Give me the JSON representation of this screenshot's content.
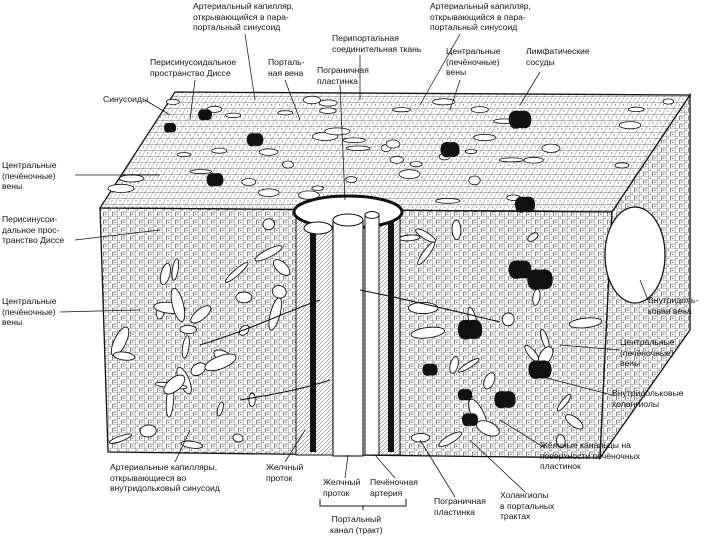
{
  "labels": {
    "art_cap_top_left": "Артериальный капилляр,\nоткрывающийся в пара-\nпортальный синусоид",
    "art_cap_top_right": "Артериальный капилляр,\nоткрывающийся в пара-\nпортальный синусоид",
    "perisinusoidal_top": "Перисинусоидальное\nпространство Диссе",
    "portal_vein": "Порталь-\nная вена",
    "periportal_ct": "Перипортальная\nсоединительная ткань",
    "limiting_plate_top": "Пограничная\nпластинка",
    "central_veins_top": "Центральные\n(печёночные)\nвены",
    "lymphatic": "Лимфатические\nсосуды",
    "sinusoids": "Синусоиды",
    "central_veins_left1": "Центральные\n(печёночные)\nвены",
    "perisinusoidal_left": "Перисинусои-\nдальное прос-\nтранство Диссе",
    "central_veins_left2": "Центральные\n(печёночные)\nвены",
    "intralobular_vein": "Внутридоль-\nковая вена",
    "central_veins_right": "Центральные\n(печёночные)\nвены",
    "intralobular_cholangioles": "Внутридольковые\nхолангиолы",
    "bile_canaliculi": "Жёлчные канальцы на\nповерхности печёночных\nпластинок",
    "arterial_capillaries_bottom": "Артериальные капилляры,\nоткрывающиеся во\nвнутридольковый синусоид",
    "bile_duct_left": "Желчный\nпроток",
    "bile_duct_bottom": "Желчный\nпроток",
    "hepatic_artery": "Печёночная\nартерия",
    "limiting_plate_bottom": "Пограничная\nпластинка",
    "cholangioles_portal": "Холангиолы\nв портальных\nтрактах",
    "portal_canal": "Портальный\nканал (тракт)"
  }
}
